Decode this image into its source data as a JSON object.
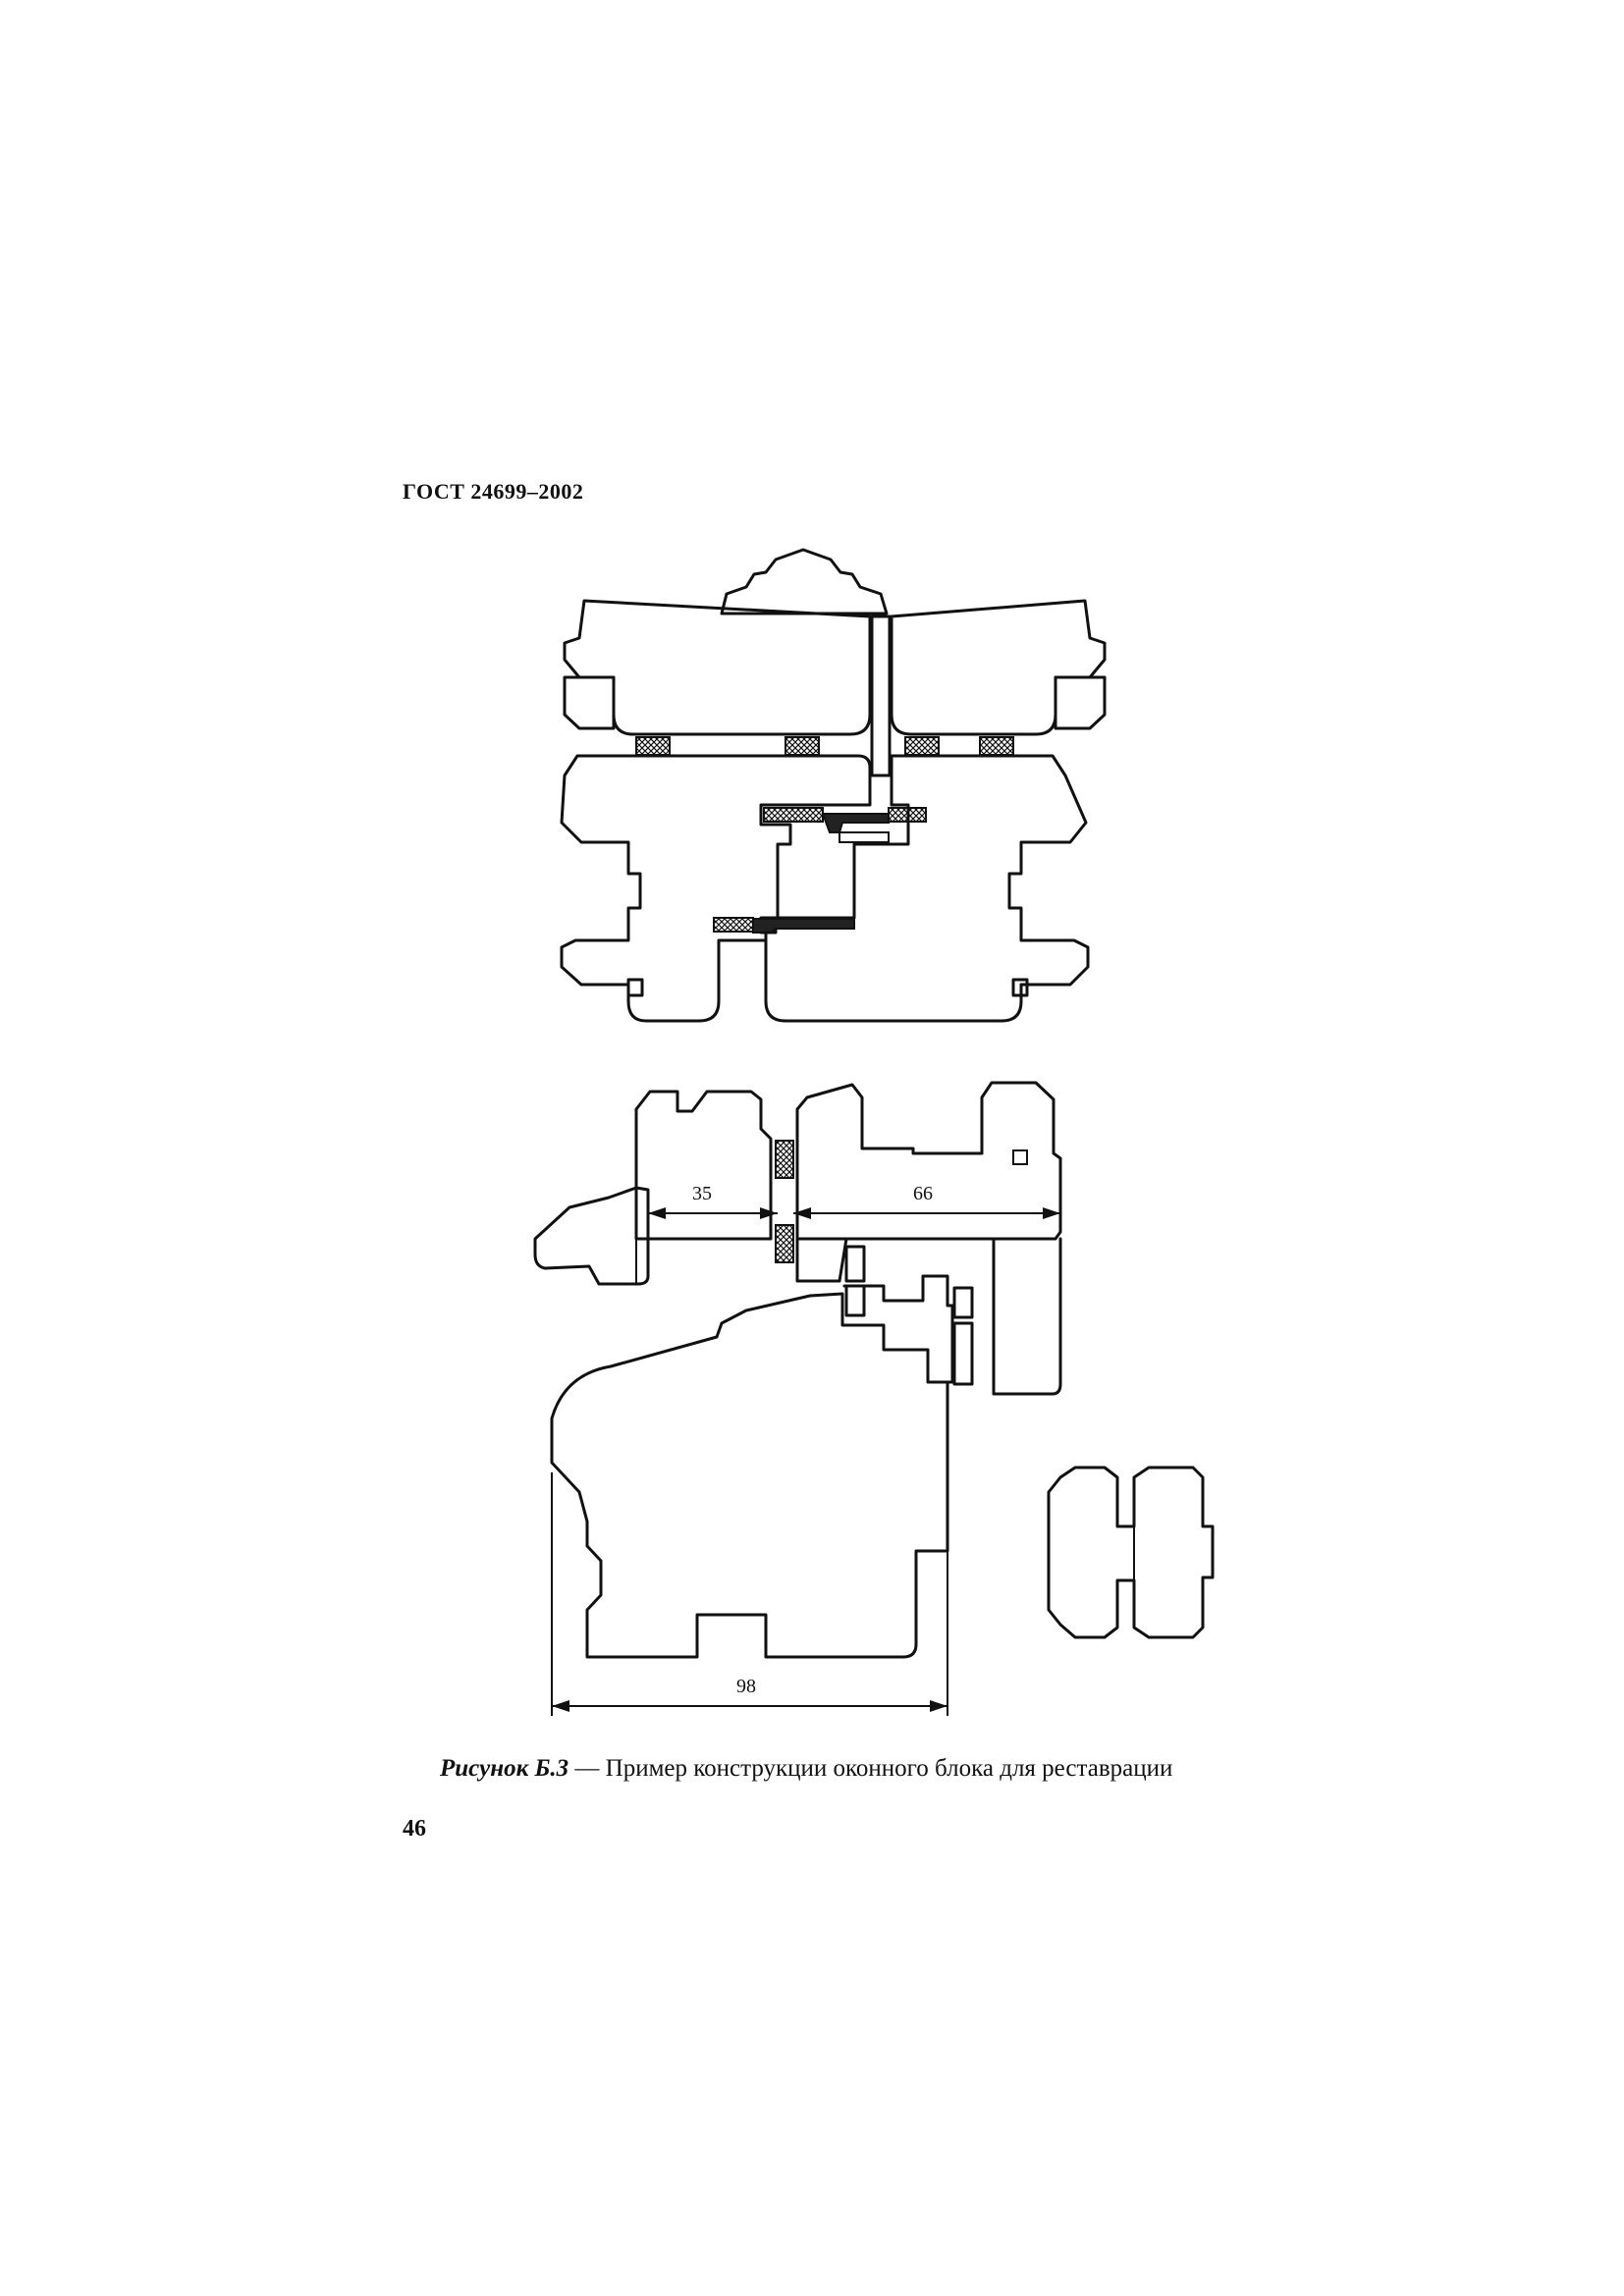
{
  "header": {
    "standard": "ГОСТ 24699–2002"
  },
  "figure": {
    "dimensions": {
      "d1": "35",
      "d2": "66",
      "d3": "98"
    },
    "caption": {
      "label": "Рисунок Б.3",
      "dash": " — ",
      "text": "Пример конструкции оконного блока для реставрации"
    }
  },
  "footer": {
    "page_number": "46"
  }
}
